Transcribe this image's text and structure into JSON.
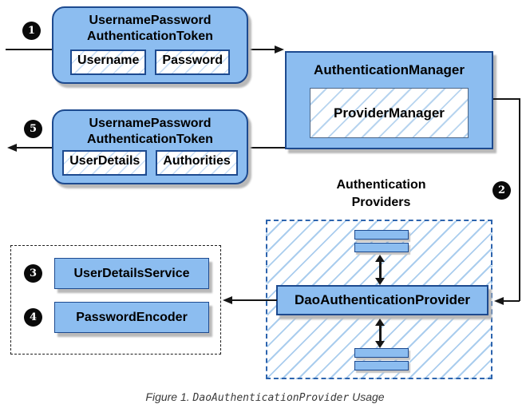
{
  "colors": {
    "node_fill": "#8cbdf0",
    "node_border": "#1d4a8f",
    "hatch": "#aacdee",
    "line": "#161616"
  },
  "request_token": {
    "title": [
      "UsernamePassword",
      "AuthenticationToken"
    ],
    "fields": [
      "Username",
      "Password"
    ]
  },
  "result_token": {
    "title": [
      "UsernamePassword",
      "AuthenticationToken"
    ],
    "fields": [
      "UserDetails",
      "Authorities"
    ]
  },
  "authentication_manager": {
    "title": "AuthenticationManager",
    "inner": "ProviderManager"
  },
  "providers": {
    "label": [
      "Authentication",
      "Providers"
    ],
    "main": "DaoAuthenticationProvider"
  },
  "dependencies": {
    "items": [
      "UserDetailsService",
      "PasswordEncoder"
    ]
  },
  "steps": [
    "1",
    "2",
    "3",
    "4",
    "5"
  ],
  "caption": {
    "prefix": "Figure 1. ",
    "code": "DaoAuthenticationProvider",
    "suffix": " Usage"
  }
}
